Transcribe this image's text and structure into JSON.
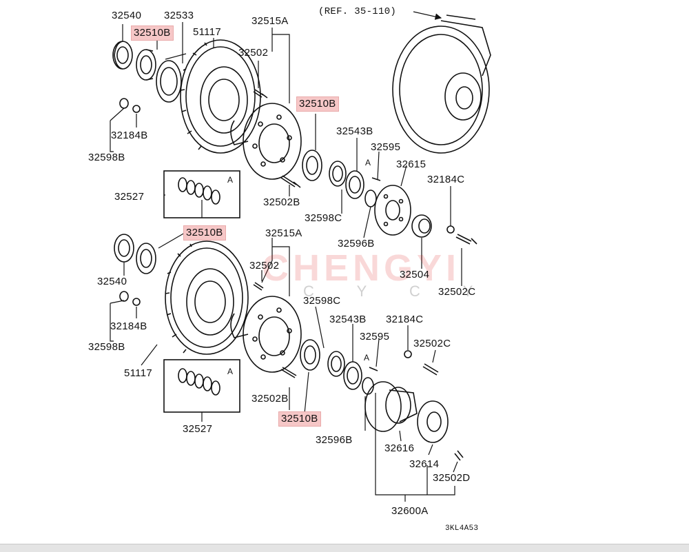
{
  "diagram": {
    "reference_label": "(REF. 35-110)",
    "drawing_code": "3KL4A53",
    "box_note": "A",
    "watermark": {
      "brand": "CHENGYI",
      "sub": "C Y C Y"
    },
    "upper_assembly": {
      "oil_seal": "32540",
      "bearing_outer": "32510B",
      "bearing_race": "32533",
      "brake_disc": "51117",
      "hub_bolt_group": "32515A",
      "hub_bolt": "32502",
      "bearing_inner": "32510B",
      "lock_washer": "32543B",
      "screw": "32595",
      "hub_flange": "32615",
      "nut": "32184C",
      "spacer_outer": "32598C",
      "snap_ring": "32596B",
      "cap": "32504",
      "bolt_c": "32502C",
      "nut_b": "32184B",
      "washer_b": "32598B",
      "spring_kit": "32527",
      "bolt_b": "32502B"
    },
    "lower_assembly": {
      "bearing_outer": "32510B",
      "hub_bolt_group": "32515A",
      "oil_seal": "32540",
      "hub_bolt": "32502",
      "spacer": "32598C",
      "nut_b": "32184B",
      "lock_washer": "32543B",
      "nut_c": "32184C",
      "washer_b": "32598B",
      "screw": "32595",
      "bolt_c": "32502C",
      "brake_disc": "51117",
      "spring_kit": "32527",
      "bolt_b": "32502B",
      "bearing_inner": "32510B",
      "snap_ring": "32596B",
      "free_wheel_body": "32616",
      "free_wheel_cover": "32614",
      "bolt_d": "32502D",
      "free_wheel_hub_assy": "32600A"
    }
  }
}
